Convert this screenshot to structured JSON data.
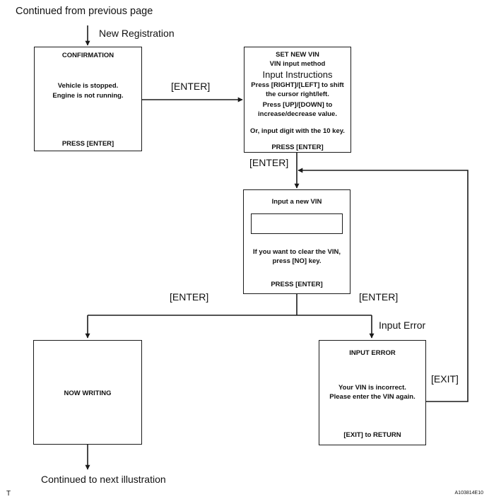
{
  "header": {
    "continued_from": "Continued from previous page",
    "new_registration": "New Registration"
  },
  "footer": {
    "continued_to": "Continued to next illustration",
    "corner_left": "T",
    "figure_id": "A103814E10"
  },
  "labels": {
    "enter_1": "[ENTER]",
    "enter_2": "[ENTER]",
    "enter_left": "[ENTER]",
    "enter_right": "[ENTER]",
    "input_error": "Input Error",
    "exit": "[EXIT]"
  },
  "screens": {
    "confirmation": {
      "title": "CONFIRMATION",
      "line1": "Vehicle is stopped.",
      "line2": "Engine is not running.",
      "footer": "PRESS [ENTER]"
    },
    "set_new_vin": {
      "title": "SET NEW VIN",
      "subtitle": "VIN input method",
      "heading": "Input Instructions",
      "line1": "Press [RIGHT]/[LEFT] to shift",
      "line2": "the cursor right/left.",
      "line3": "Press [UP]/[DOWN]  to",
      "line4": "increase/decrease value.",
      "line5": "Or, input digit with the 10 key.",
      "footer": "PRESS [ENTER]"
    },
    "input_new_vin": {
      "title": "Input a new VIN",
      "line1": "If you want to clear the VIN,",
      "line2": "press [NO] key.",
      "footer": "PRESS [ENTER]"
    },
    "now_writing": {
      "title": "NOW WRITING"
    },
    "input_error": {
      "title": "INPUT  ERROR",
      "line1": "Your VIN is incorrect.",
      "line2": "Please enter the VIN again.",
      "footer": "[EXIT] to RETURN"
    }
  }
}
